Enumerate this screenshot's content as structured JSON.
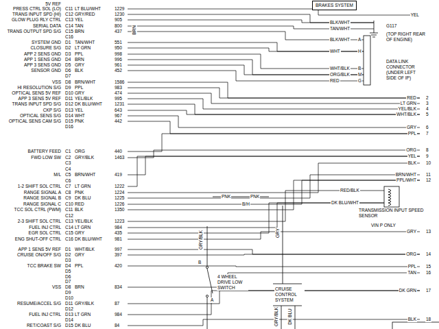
{
  "diagram": {
    "nodes": [
      {
        "text": [
          "BRAKES SYSTEM"
        ]
      },
      {
        "text": [
          "DATA LINK CONNECTOR (UNDER LEFT SIDE OF IP)"
        ]
      },
      {
        "text": [
          "TRANSMISSION INPUT SPEED SENSOR"
        ]
      },
      {
        "text": [
          "4 WHEEL DRIVE LOW SWITCH"
        ]
      },
      {
        "text": [
          "CRUISE CONTROL SYSTEM"
        ]
      }
    ],
    "labels": [
      "5V REF",
      "PRESS CTRL SOL (LO)",
      "C11",
      "LT BLU/WHT",
      "1229",
      "TRANS INPUT SPD (HI)",
      "C12",
      "GRY/RED",
      "1230",
      "GLOW PLUG RLY CTRL",
      "C13",
      "YEL",
      "905",
      "SERIAL DATA",
      "C14",
      "TAN",
      "800",
      "TRANS OUTPUT SPD S/G",
      "C15",
      "BRN",
      "437",
      "C16",
      "SYSTEM GND",
      "D1",
      "TAN/WHT",
      "551",
      "CLOSURE S/G",
      "D2",
      "LT GRN",
      "950",
      "APP 2 SENS GND",
      "D3",
      "PPL",
      "998",
      "APP 1 SENS GND",
      "D4",
      "BRN",
      "996",
      "APP 3 SENS GND",
      "D5",
      "GRY",
      "961",
      "SENSOR GND",
      "D6",
      "BLK",
      "452",
      "D7",
      "VSS",
      "D8",
      "BRN/WHT",
      "1586",
      "HI RESOLUTION S/G",
      "D9",
      "PPL",
      "983",
      "OPTICAL SENS 5V REF",
      "D10",
      "GRY",
      "474",
      "APP 3 SENS 5V REF",
      "D11",
      "YEL/BLK",
      "995",
      "TRANS INPUT SPD S/G",
      "D12",
      "DK BLU/WHT",
      "1231",
      "CKP S/G",
      "D13",
      "YEL",
      "643",
      "OPTICAL SENS S/G",
      "D14",
      "WHT",
      "967",
      "OPTICAL SENS CAM S/G",
      "D15",
      "PNK",
      "442",
      "D16",
      "BATTERY FEED",
      "C1",
      "ORG",
      "440",
      "FWD LOW SW",
      "C2",
      "GRY/BLK",
      "1463",
      "C3",
      "C4",
      "M/L",
      "C5",
      "BRN/WHT",
      "419",
      "C6",
      "1-2 SHIFT SOL CTRL",
      "C7",
      "LT GRN",
      "1222",
      "RANGE SIGNAL A",
      "C8",
      "PNK",
      "1224",
      "RANGE SIGNAL B",
      "C9",
      "DK BLU",
      "1225",
      "RANGE SIGNAL C",
      "C10",
      "RED",
      "1226",
      "TCC SOL CTRL (PWM)",
      "C11",
      "BLK",
      "1350",
      "C12",
      "2-3 SHIFT SOL CTRL",
      "C13",
      "YEL/BLK",
      "1223",
      "FUEL INJ CTRL",
      "C14",
      "LT GRN",
      "984",
      "EGR SOL CTRL",
      "C15",
      "GRY",
      "435",
      "ENG SHUT-OFF CTRL",
      "C16",
      "DK BLU/WHT",
      "981",
      "APP 1 SENS 5V REF",
      "D1",
      "WHT/BLK",
      "997",
      "CRUISE ON/OFF S/G",
      "D2",
      "GRY",
      "397",
      "D3",
      "TCC BRAKE SW",
      "D4",
      "PPL",
      "420",
      "D5",
      "D6",
      "D7",
      "VSS",
      "D8",
      "BRN",
      "834",
      "D9",
      "D10",
      "RESUME/ACCEL S/G",
      "D11",
      "GRY/BLK",
      "87",
      "D12",
      "FUEL INJ CTRL",
      "D13",
      "LT GRN",
      "984",
      "D14",
      "RET/COAST S/G",
      "D15",
      "DK BLU",
      "84",
      "YEL",
      "BLK/WHT",
      "TAN/WHT",
      "G117",
      "(TOP RIGHT REAR OF ENGINE)",
      "BLK/WHT",
      "A",
      "WHT",
      "H",
      "WHT/BLK",
      "B",
      "ORG/BLK",
      "M",
      "RED",
      "G",
      "RED",
      "2",
      "LT GRN",
      "3",
      "YEL/BLK",
      "4",
      "WHT/BLK",
      "5",
      "GRY",
      "6",
      "PPL",
      "7",
      "ORG",
      "8",
      "YEL",
      "9",
      "BLK",
      "10",
      "BRN/WHT",
      "11",
      "PPL/WHT",
      "12",
      "RED/BLK",
      "DK BLU/WHT",
      "VIN P ONLY",
      "GRY",
      "13",
      "ORG",
      "14",
      "PPL",
      "15",
      "TAN",
      "16",
      "DK GRN",
      "17",
      "BLK",
      "18",
      "PNK",
      "PNK",
      "B/H",
      "GRY/BLK",
      "B",
      "A",
      "GRY",
      "GRY/BLK",
      "DK BLU",
      "BRN"
    ]
  }
}
